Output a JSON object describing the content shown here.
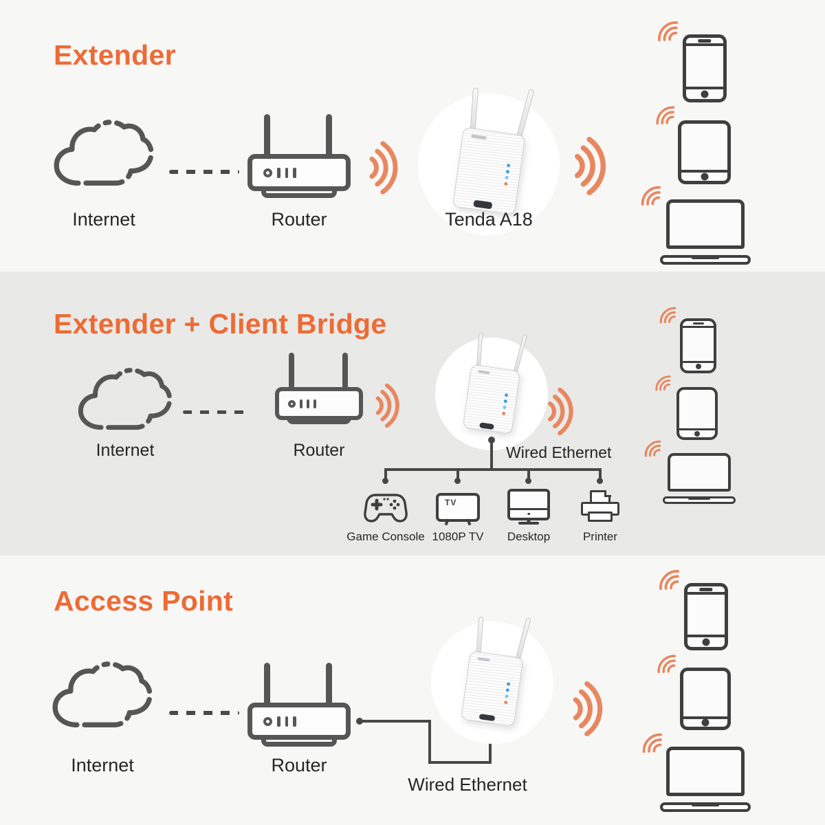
{
  "product": "Tenda A18",
  "colors": {
    "accent_title": "#ed6b35",
    "wifi_wave": "#e8875f",
    "icon_stroke_dark": "#3f3f3f",
    "router_stroke": "#565656",
    "band_light": "#f7f7f6",
    "band_shaded": "#e9e9e8",
    "label_text": "#262626",
    "extender_led_blue": "#3fa0e8"
  },
  "sections": [
    {
      "title": "Extender",
      "internet_label": "Internet",
      "router_label": "Router",
      "extender_label": "Tenda A18",
      "wireless_clients": [
        "smartphone",
        "tablet",
        "laptop"
      ]
    },
    {
      "title": "Extender + Client Bridge",
      "internet_label": "Internet",
      "router_label": "Router",
      "wired_label": "Wired Ethernet",
      "wired_devices": [
        {
          "label": "Game Console"
        },
        {
          "label": "1080P TV",
          "screen_text": "TV"
        },
        {
          "label": "Desktop"
        },
        {
          "label": "Printer"
        }
      ],
      "wireless_clients": [
        "smartphone",
        "tablet",
        "laptop"
      ]
    },
    {
      "title": "Access Point",
      "internet_label": "Internet",
      "router_label": "Router",
      "wired_label": "Wired Ethernet",
      "wireless_clients": [
        "smartphone",
        "tablet",
        "laptop"
      ]
    }
  ]
}
